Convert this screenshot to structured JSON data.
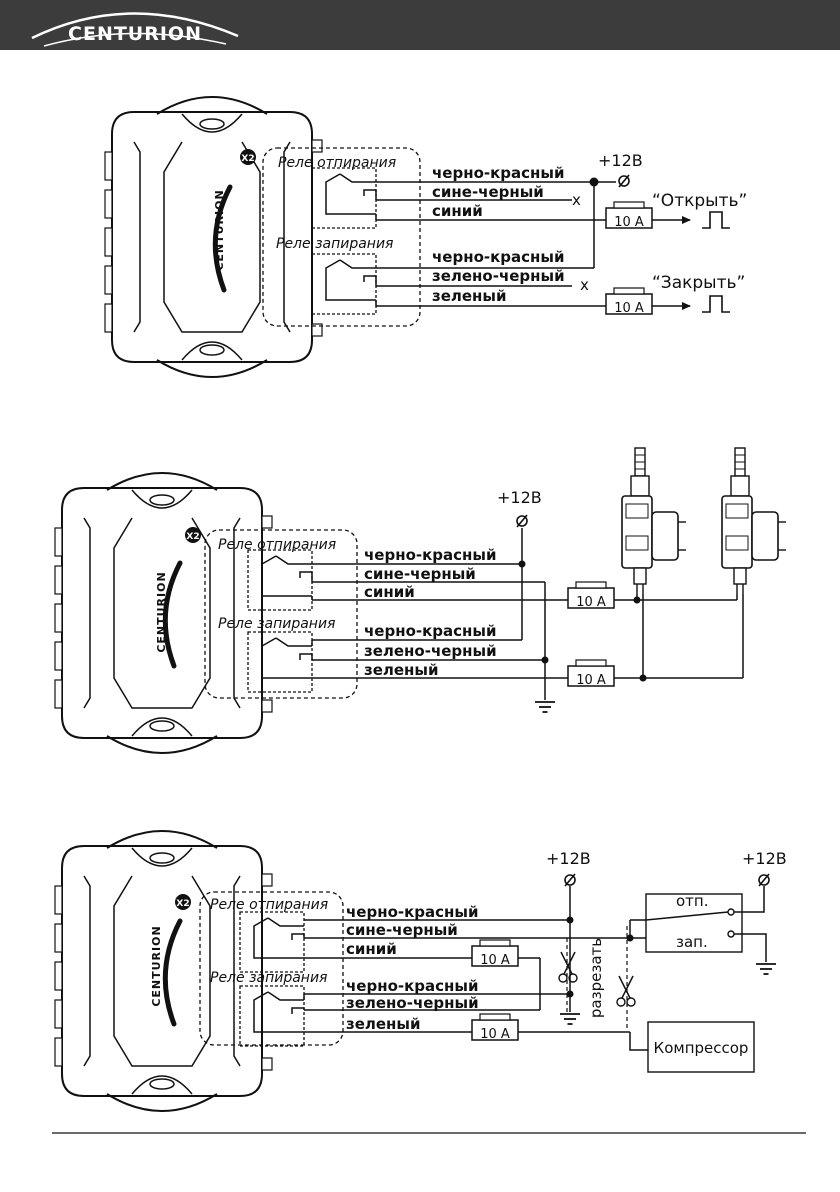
{
  "header": {
    "brand": "CENTURION"
  },
  "module": {
    "brand": "CENTURION",
    "connector": "X2"
  },
  "relays": {
    "unlock": "Реле отпирания",
    "lock": "Реле запирания"
  },
  "wires": {
    "unlock_common": "черно-красный",
    "unlock_nc": "сине-черный",
    "unlock_no": "синий",
    "lock_common": "черно-красный",
    "lock_nc": "зелено-черный",
    "lock_no": "зеленый"
  },
  "power": "+12В",
  "fuse": "10 А",
  "open_signal": "“Открыть”",
  "close_signal": "“Закрыть”",
  "not_connected": "x",
  "switch_open": "отп.",
  "switch_close": "зап.",
  "cut_label": "разрезать",
  "compressor": "Компрессор"
}
